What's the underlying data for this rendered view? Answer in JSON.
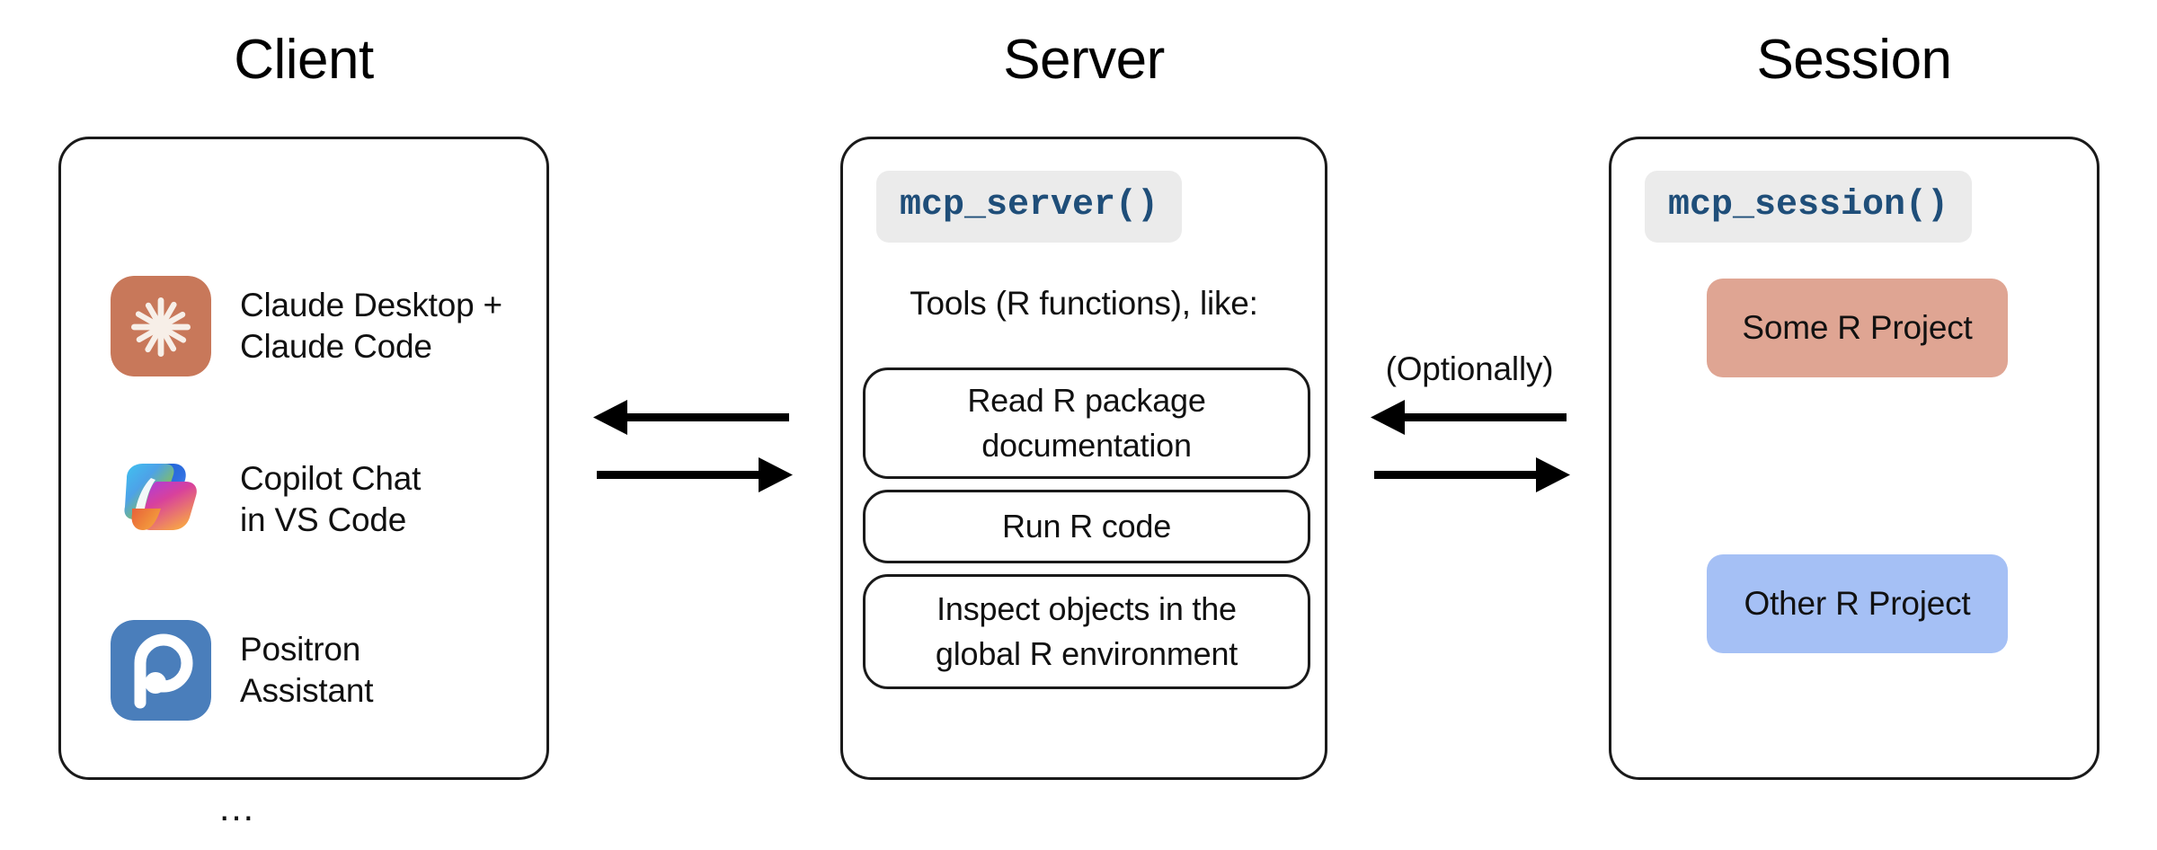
{
  "columns": {
    "client": {
      "title": "Client"
    },
    "server": {
      "title": "Server"
    },
    "session": {
      "title": "Session"
    }
  },
  "client": {
    "items": [
      {
        "icon": "claude-logo-icon",
        "label": "Claude Desktop +\nClaude Code"
      },
      {
        "icon": "copilot-logo-icon",
        "label": "Copilot Chat\nin VS Code"
      },
      {
        "icon": "positron-logo-icon",
        "label": "Positron\nAssistant"
      }
    ],
    "ellipsis": "…"
  },
  "server": {
    "code_chip": "mcp_server()",
    "tools_caption": "Tools (R functions), like:",
    "tools": [
      {
        "label": "Read R package\ndocumentation"
      },
      {
        "label": "Run R code"
      },
      {
        "label": "Inspect objects in the\nglobal R environment"
      }
    ]
  },
  "session": {
    "code_chip": "mcp_session()",
    "projects": [
      {
        "label": "Some R Project",
        "color": "#DFA593"
      },
      {
        "label": "Other R Project",
        "color": "#A5C0F5"
      }
    ]
  },
  "connectors": {
    "client_server": {
      "top_arrow": "arrow-left-icon",
      "bottom_arrow": "arrow-right-icon"
    },
    "server_session": {
      "note": "(Optionally)",
      "top_arrow": "arrow-left-icon",
      "bottom_arrow": "arrow-right-icon"
    }
  },
  "colors": {
    "claude_orange": "#C8785A",
    "claude_cream": "#F7EFE8",
    "positron_blue": "#4A7EBB",
    "code_text": "#1F4E79",
    "chip_bg": "#EBEBEB",
    "outline": "#1A1A1A",
    "project_salmon": "#DFA593",
    "project_blue": "#A5C0F5"
  }
}
